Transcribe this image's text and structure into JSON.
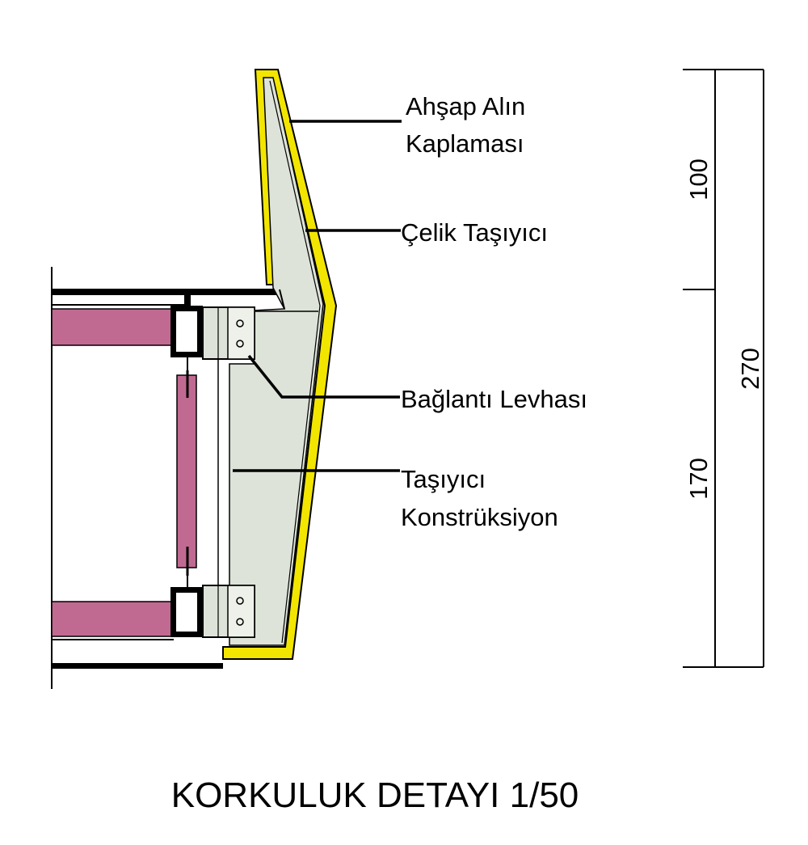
{
  "labels": {
    "wood_facing_line1": "Ahşap Alın",
    "wood_facing_line2": "Kaplaması",
    "steel_carrier": "Çelik Taşıyıcı",
    "connection_plate": "Bağlantı Levhası",
    "carrier_construction_line1": "Taşıyıcı",
    "carrier_construction_line2": "Konstrüksiyon"
  },
  "dimensions": {
    "upper": "100",
    "lower": "170",
    "total": "270"
  },
  "title": "KORKULUK DETAYI 1/50",
  "colors": {
    "panel_fill": "#dde3d8",
    "wood_facing": "#f2e500",
    "timber": "#c06a92",
    "line": "#000000"
  }
}
